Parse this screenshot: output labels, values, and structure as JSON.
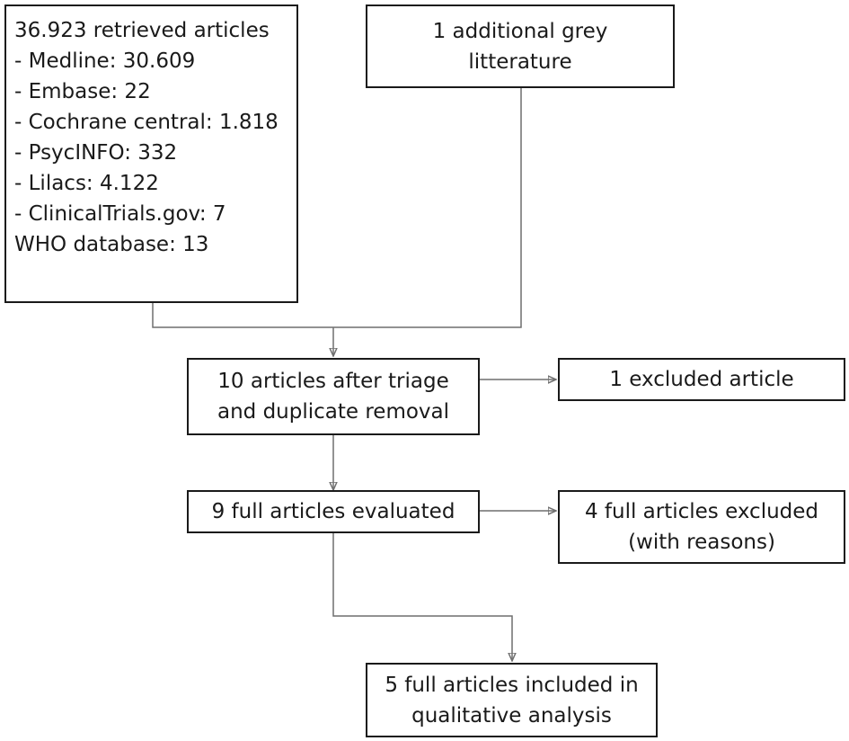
{
  "boxes": {
    "sources": {
      "lines": [
        "36.923 retrieved articles",
        "- Medline: 30.609",
        "- Embase: 22",
        "- Cochrane central: 1.818",
        "- PsycINFO: 332",
        "- Lilacs: 4.122",
        "- ClinicalTrials.gov: 7",
        "WHO database: 13"
      ]
    },
    "grey": {
      "lines": [
        "1 additional grey",
        "litterature"
      ]
    },
    "triage": {
      "lines": [
        "10 articles after triage",
        "and duplicate removal"
      ]
    },
    "excluded1": {
      "lines": [
        "1 excluded article"
      ]
    },
    "evaluated": {
      "lines": [
        "9 full articles evaluated"
      ]
    },
    "excluded4": {
      "lines": [
        "4 full articles excluded",
        "(with reasons)"
      ]
    },
    "included": {
      "lines": [
        "5 full articles included in",
        "qualitative analysis"
      ]
    }
  }
}
